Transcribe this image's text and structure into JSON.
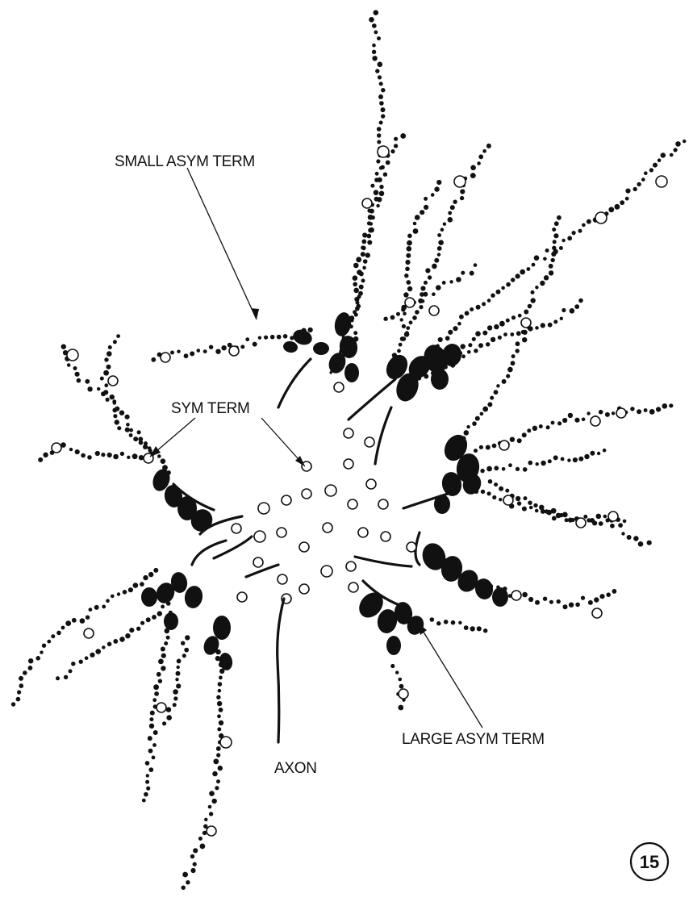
{
  "labels": {
    "small_asym_term": "SMALL ASYM TERM",
    "sym_term": "SYM TERM",
    "large_asym_term": "LARGE ASYM TERM",
    "axon": "AXON"
  },
  "figure_number": "15",
  "colors": {
    "ink": "#111111",
    "background": "#ffffff"
  }
}
